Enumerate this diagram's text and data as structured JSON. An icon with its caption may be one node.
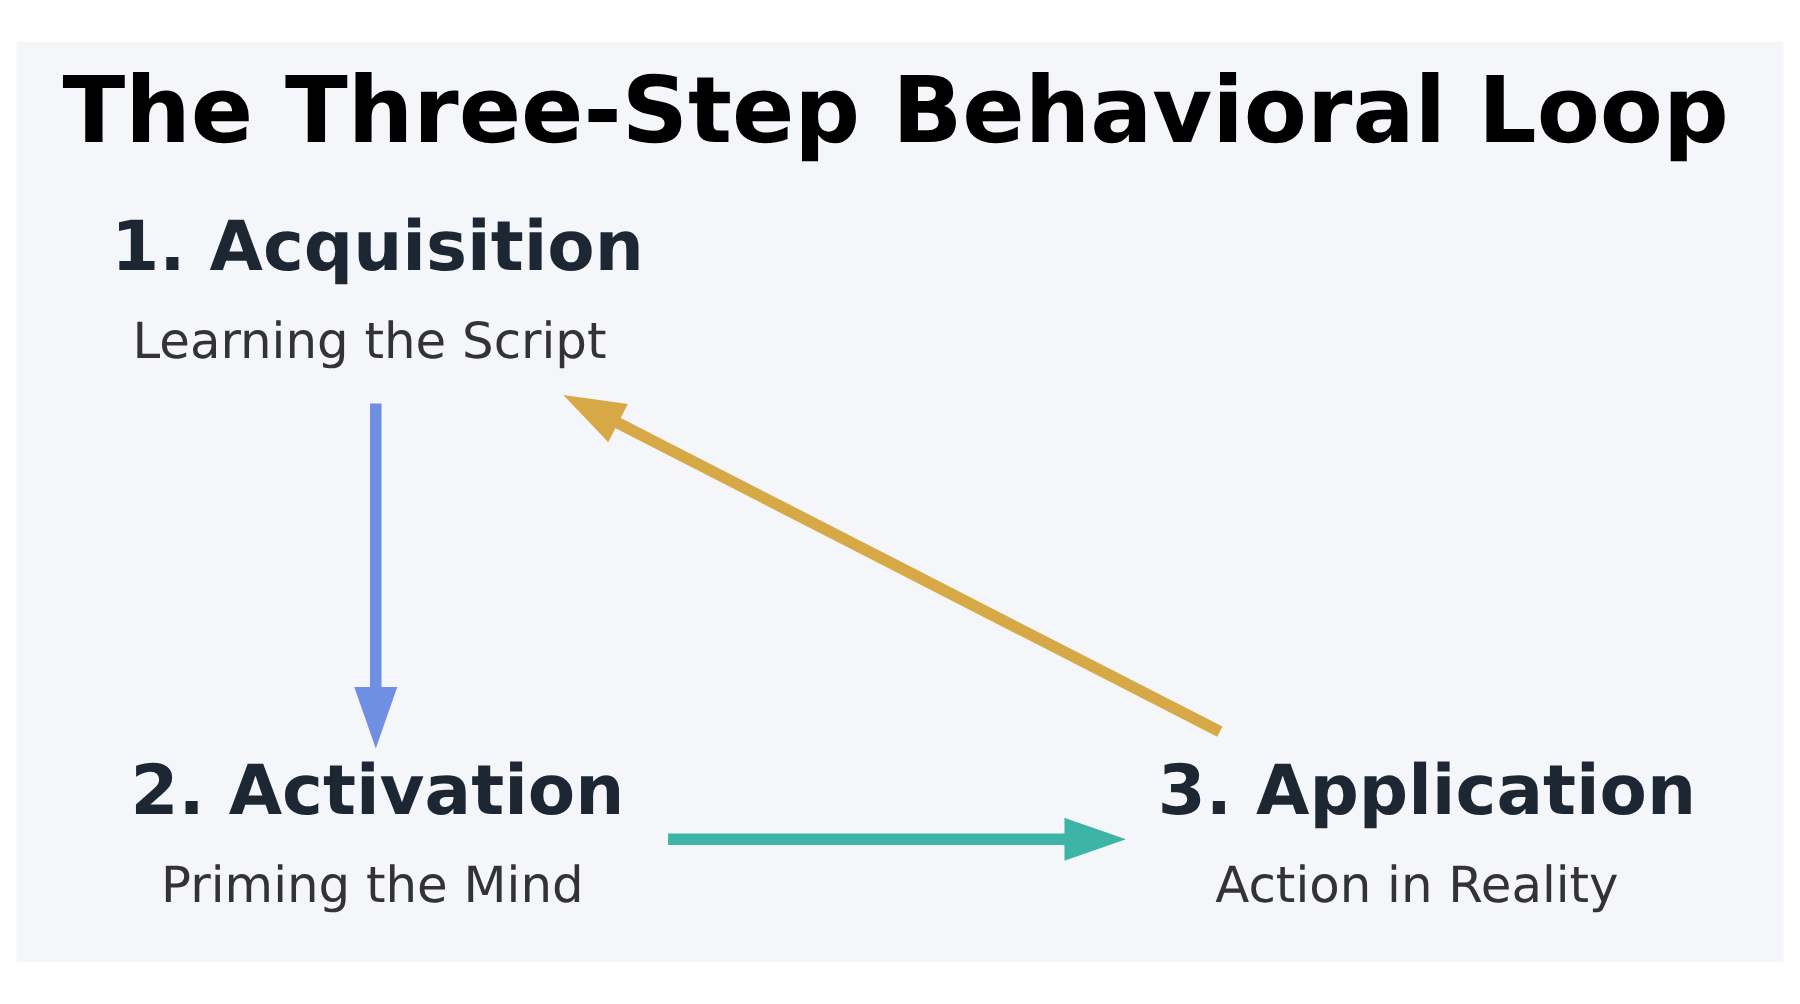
{
  "diagram": {
    "title": "The Three-Step Behavioral Loop",
    "nodes": [
      {
        "text": [
          "1. Acquisition",
          "Learning the Script"
        ]
      },
      {
        "text": [
          "2. Activation",
          "Priming the Mind"
        ]
      },
      {
        "text": [
          "3. Application",
          "Action in Reality"
        ]
      }
    ],
    "edges": [
      {
        "from": 0,
        "to": 1,
        "arrow": "to",
        "color": "#6f8fe3"
      },
      {
        "from": 1,
        "to": 2,
        "arrow": "to",
        "color": "#3db5a6"
      },
      {
        "from": 2,
        "to": 0,
        "arrow": "to",
        "color": "#d6a846"
      }
    ]
  }
}
